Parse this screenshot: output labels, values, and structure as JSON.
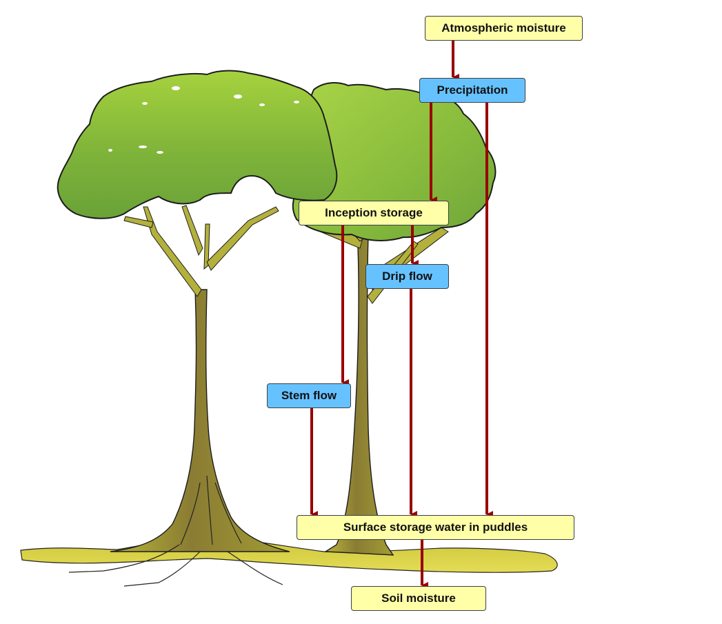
{
  "diagram": {
    "nodes": {
      "atmospheric_moisture": {
        "label": "Atmospheric moisture",
        "style": "yellow"
      },
      "precipitation": {
        "label": "Precipitation",
        "style": "blue"
      },
      "inception_storage": {
        "label": "Inception storage",
        "style": "yellow"
      },
      "drip_flow": {
        "label": "Drip flow",
        "style": "blue"
      },
      "stem_flow": {
        "label": "Stem flow",
        "style": "blue"
      },
      "surface_storage": {
        "label": "Surface storage water in puddles",
        "style": "yellow"
      },
      "soil_moisture": {
        "label": "Soil moisture",
        "style": "yellow"
      }
    },
    "edges": [
      {
        "from": "atmospheric_moisture",
        "to": "precipitation"
      },
      {
        "from": "precipitation",
        "to": "inception_storage"
      },
      {
        "from": "precipitation",
        "to": "surface_storage"
      },
      {
        "from": "inception_storage",
        "to": "stem_flow"
      },
      {
        "from": "inception_storage",
        "to": "drip_flow"
      },
      {
        "from": "drip_flow",
        "to": "surface_storage"
      },
      {
        "from": "stem_flow",
        "to": "surface_storage"
      },
      {
        "from": "surface_storage",
        "to": "soil_moisture"
      }
    ]
  },
  "colors": {
    "yellow_box": "#ffffa8",
    "blue_box": "#66c2ff",
    "arrow": "#990000",
    "foliage": "#8cc43a",
    "trunk": "#8f8a2c",
    "ground": "#d6cf3a"
  },
  "illustration": {
    "subject": "two-trees-icon"
  }
}
